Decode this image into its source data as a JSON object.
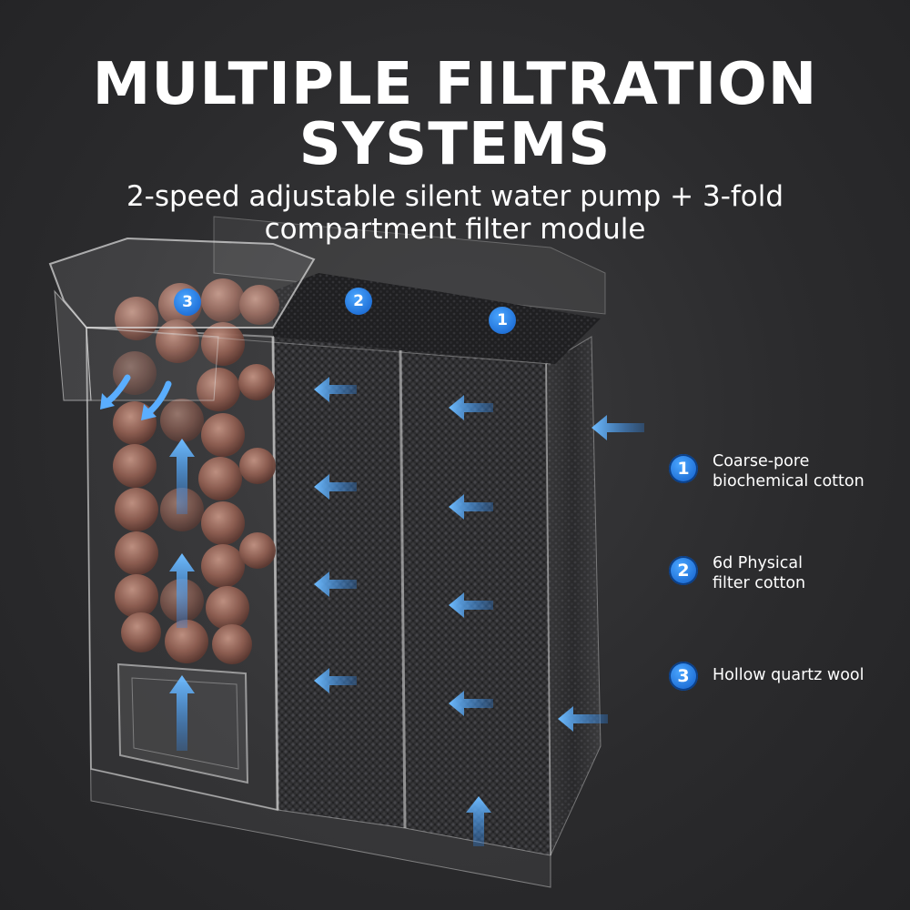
{
  "title": {
    "line1": "MULTIPLE FILTRATION",
    "line2": "SYSTEMS"
  },
  "subtitle": {
    "line1": "2-speed adjustable silent water pump + 3-fold",
    "line2": "compartment filter module"
  },
  "compartment_badges": [
    "3",
    "2",
    "1"
  ],
  "legend": [
    {
      "number": "1",
      "line1": "Coarse-pore",
      "line2": "biochemical cotton"
    },
    {
      "number": "2",
      "line1": "6d Physical",
      "line2": "filter cotton"
    },
    {
      "number": "3",
      "line1": "Hollow quartz wool",
      "line2": ""
    }
  ],
  "colors": {
    "background": "#2b2b2d",
    "badge_blue": "#1f6fd6",
    "arrow_blue": "#4aa6ff",
    "ceramic_ball": "#9a6a5c",
    "sponge": "#2e2e30"
  }
}
